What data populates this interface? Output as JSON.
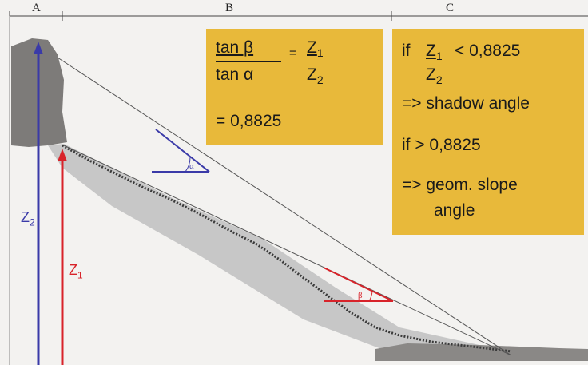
{
  "zones": [
    "A",
    "B",
    "C"
  ],
  "formula": {
    "numerator": "tan β",
    "denominator": "tan α",
    "equals": "=",
    "z_num": "Z",
    "z_num_sub": "1",
    "z_den": "Z",
    "z_den_sub": "2",
    "result": "= 0,8825"
  },
  "condition": {
    "if1": "if",
    "z_num": "Z",
    "z_num_sub": "1",
    "less_than": "< 0,8825",
    "z_den": "Z",
    "z_den_sub": "2",
    "result1": "=> shadow angle",
    "if2": "if > 0,8825",
    "result2_line1": "=> geom. slope",
    "result2_line2": "angle"
  },
  "heights": {
    "z1": "Z",
    "z1_sub": "1",
    "z2": "Z",
    "z2_sub": "2"
  },
  "angles": {
    "alpha": "α",
    "beta": "β"
  },
  "colors": {
    "box": "#e8b93a",
    "z1_arrow": "#d8232a",
    "z2_arrow": "#3a3aa8",
    "alpha_line": "#3a3aa8",
    "beta_line": "#d8232a",
    "rock": "#7d7b79",
    "talus": "#c7c7c7"
  }
}
